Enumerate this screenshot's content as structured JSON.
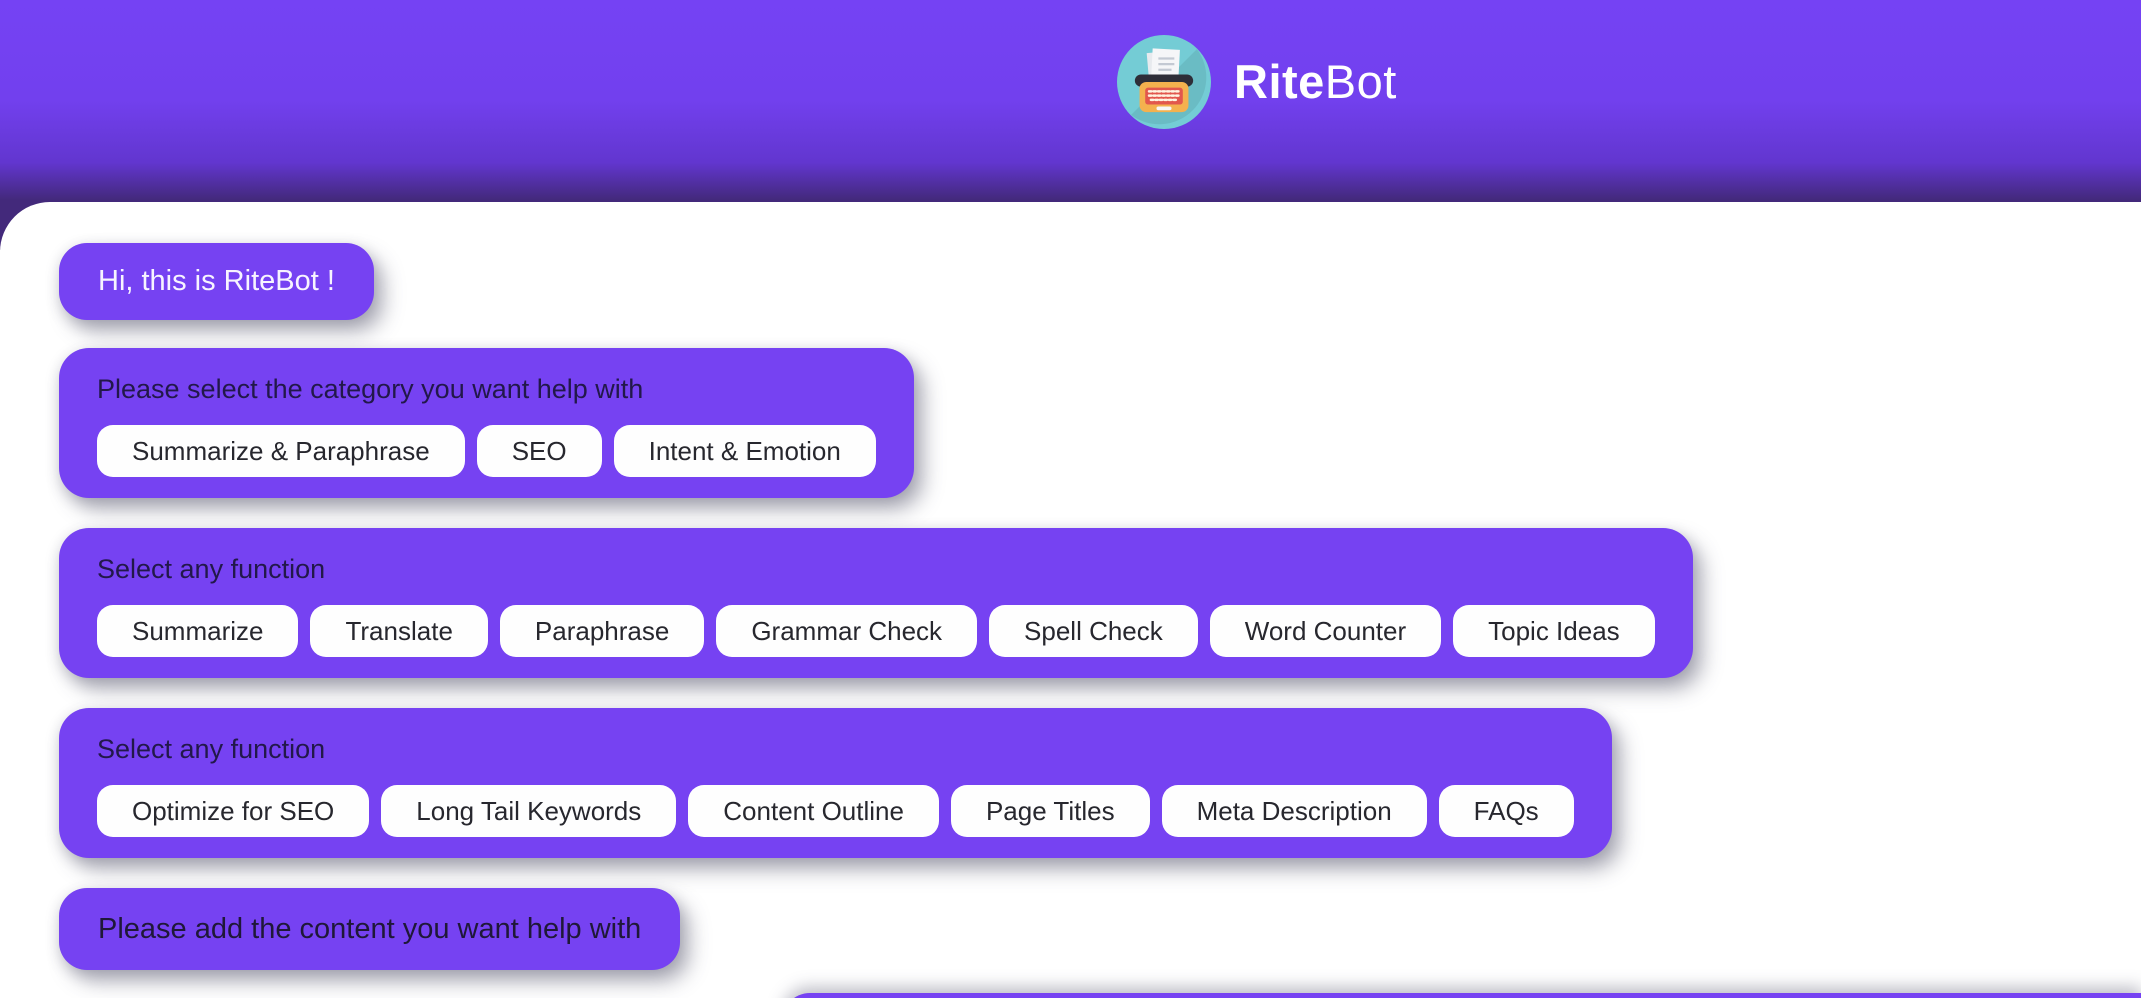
{
  "header": {
    "brand_bold": "Rite",
    "brand_light": "Bot",
    "logo_icon": "typewriter-icon"
  },
  "chat": {
    "messages": [
      {
        "role": "bot",
        "type": "text",
        "text": "Hi, this is RiteBot !"
      },
      {
        "role": "bot",
        "type": "options",
        "label": "Please select the category you want help with",
        "buttons": [
          "Summarize & Paraphrase",
          "SEO",
          "Intent & Emotion"
        ]
      },
      {
        "role": "bot",
        "type": "options",
        "label": "Select any function",
        "buttons": [
          "Summarize",
          "Translate",
          "Paraphrase",
          "Grammar Check",
          "Spell Check",
          "Word Counter",
          "Topic Ideas"
        ]
      },
      {
        "role": "bot",
        "type": "options",
        "label": "Select any function",
        "buttons": [
          "Optimize for SEO",
          "Long Tail Keywords",
          "Content Outline",
          "Page Titles",
          "Meta Description",
          "FAQs"
        ]
      },
      {
        "role": "bot",
        "type": "text",
        "text": "Please add the content you want help with"
      }
    ]
  },
  "colors": {
    "accent_purple": "#7642f2",
    "header_gradient_top": "#7542f4",
    "header_gradient_bottom": "#43297b",
    "bubble_purple": "#7642f2",
    "dark_label_text": "#22184a",
    "button_text": "#27272e",
    "bubble_light_text": "#f7f4ff",
    "logo_teal": "#74ccd5",
    "typewriter_orange": "#f4b14e",
    "typewriter_keys_red": "#e2574d"
  }
}
